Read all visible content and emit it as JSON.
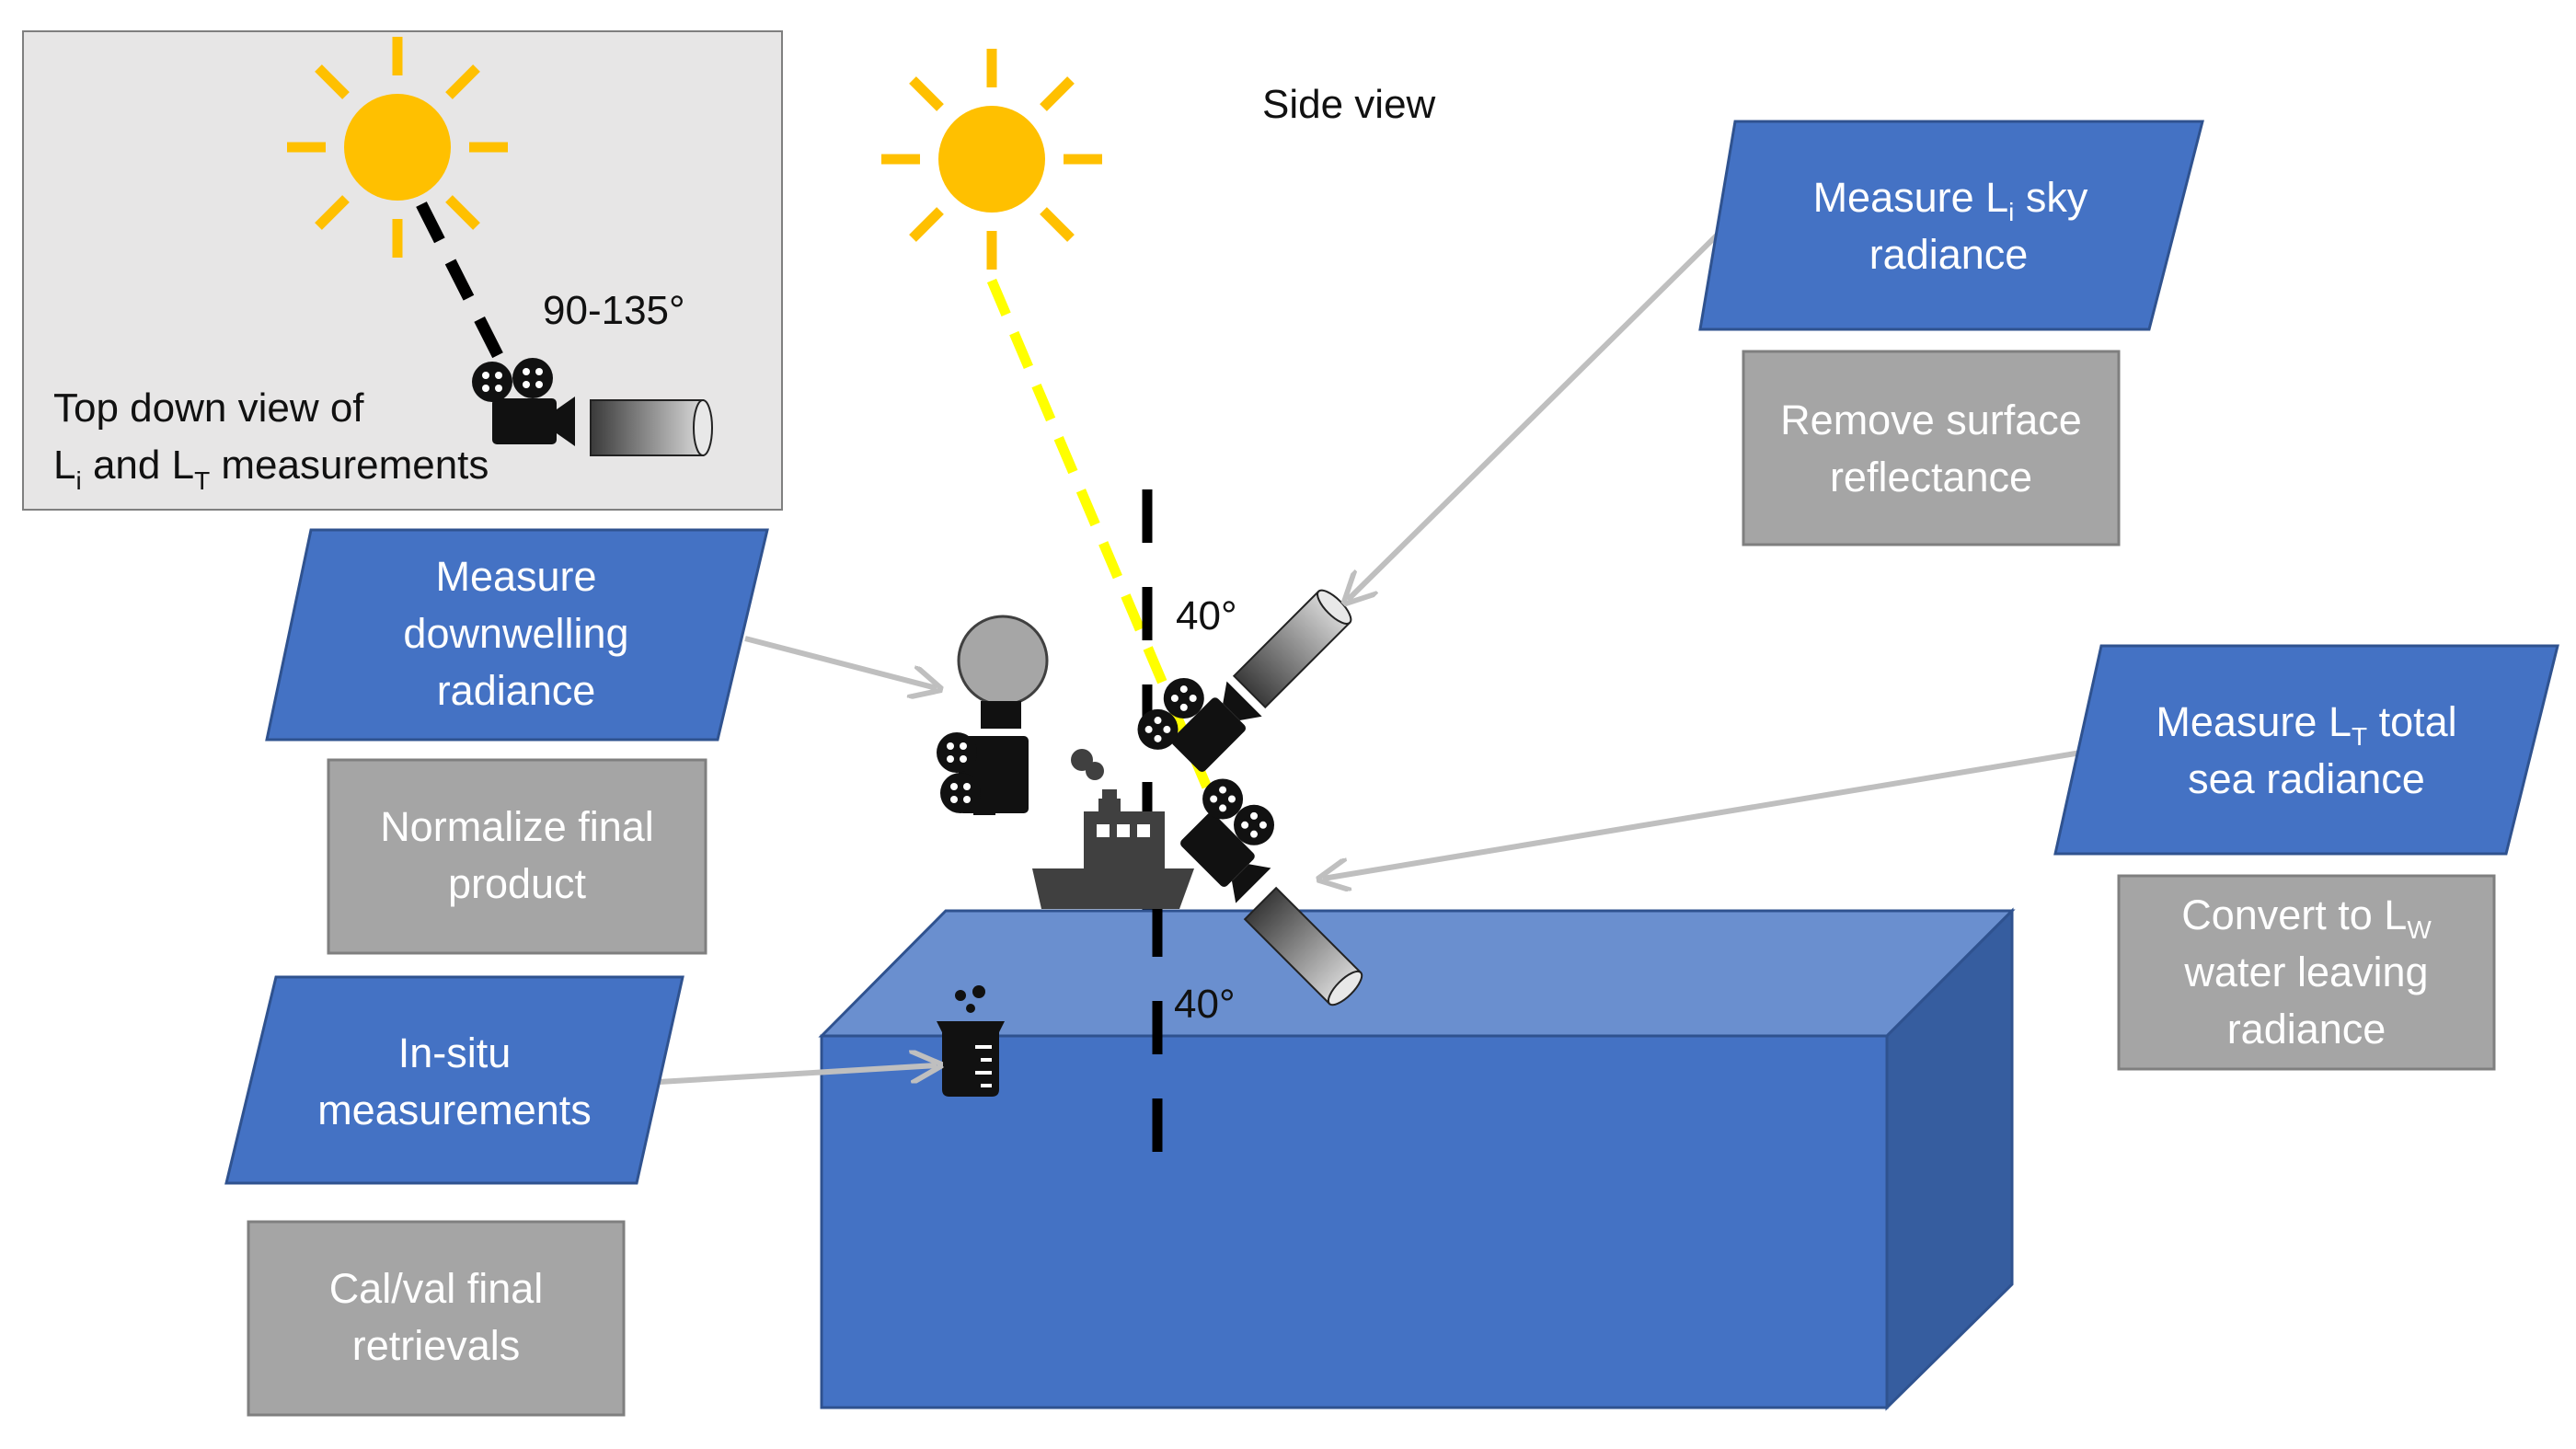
{
  "inset": {
    "angle": "90-135°",
    "caption_line1": "Top down view of",
    "caption_L": "L",
    "caption_i": "i",
    "caption_and": " and L",
    "caption_T": "T",
    "caption_rest": " measurements"
  },
  "side_view_title": "Side view",
  "angles": {
    "upper": "40°",
    "lower": "40°"
  },
  "boxes": {
    "sky": {
      "pre": "Measure L",
      "sub": "i",
      "post": " sky",
      "line2": "radiance"
    },
    "surface": {
      "line1": "Remove surface",
      "line2": "reflectance"
    },
    "downwelling": {
      "line1": "Measure",
      "line2": "downwelling",
      "line3": "radiance"
    },
    "normalize": {
      "line1": "Normalize final",
      "line2": "product"
    },
    "total": {
      "pre": "Measure L",
      "sub": "T",
      "post": " total",
      "line2": "sea radiance"
    },
    "convert": {
      "pre": "Convert to L",
      "sub": "W",
      "line2": "water leaving",
      "line3": "radiance"
    },
    "insitu": {
      "line1": "In-situ",
      "line2": "measurements"
    },
    "calval": {
      "line1": "Cal/val final",
      "line2": "retrievals"
    }
  },
  "colors": {
    "process_blue": "#4472c4",
    "gray_box": "#a5a5a5",
    "sun": "#ffc000",
    "sun_ray_path": "#ffff00",
    "water_front": "#4472c4",
    "water_top": "#6a8fcf",
    "water_side": "#365d9f"
  },
  "icons": [
    "sun-icon",
    "camera-icon",
    "radiometer-icon",
    "ship-icon",
    "beaker-icon"
  ]
}
